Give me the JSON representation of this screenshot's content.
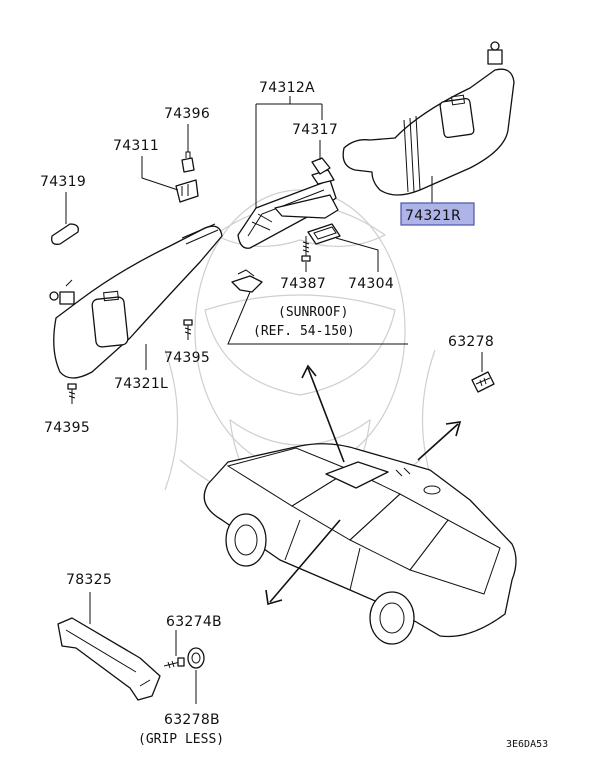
{
  "labels": {
    "p74312A": "74312A",
    "p74396": "74396",
    "p74317": "74317",
    "p74311": "74311",
    "p74319": "74319",
    "p74321R": "74321R",
    "p74387": "74387",
    "p74304": "74304",
    "p74395a": "74395",
    "p74321L": "74321L",
    "p74395b": "74395",
    "p63278": "63278",
    "p78325": "78325",
    "p63274B": "63274B",
    "p63278B": "63278B"
  },
  "notes": {
    "sunroof_line1": "(SUNROOF)",
    "sunroof_line2": "(REF. 54-150)",
    "grip_less": "(GRIP LESS)",
    "diagram_code": "3E6DA53"
  },
  "colors": {
    "highlight_fill": "#aeb4e8",
    "highlight_stroke": "#4a55a8",
    "ink": "#111111",
    "watermark": "#cfcfcf"
  }
}
